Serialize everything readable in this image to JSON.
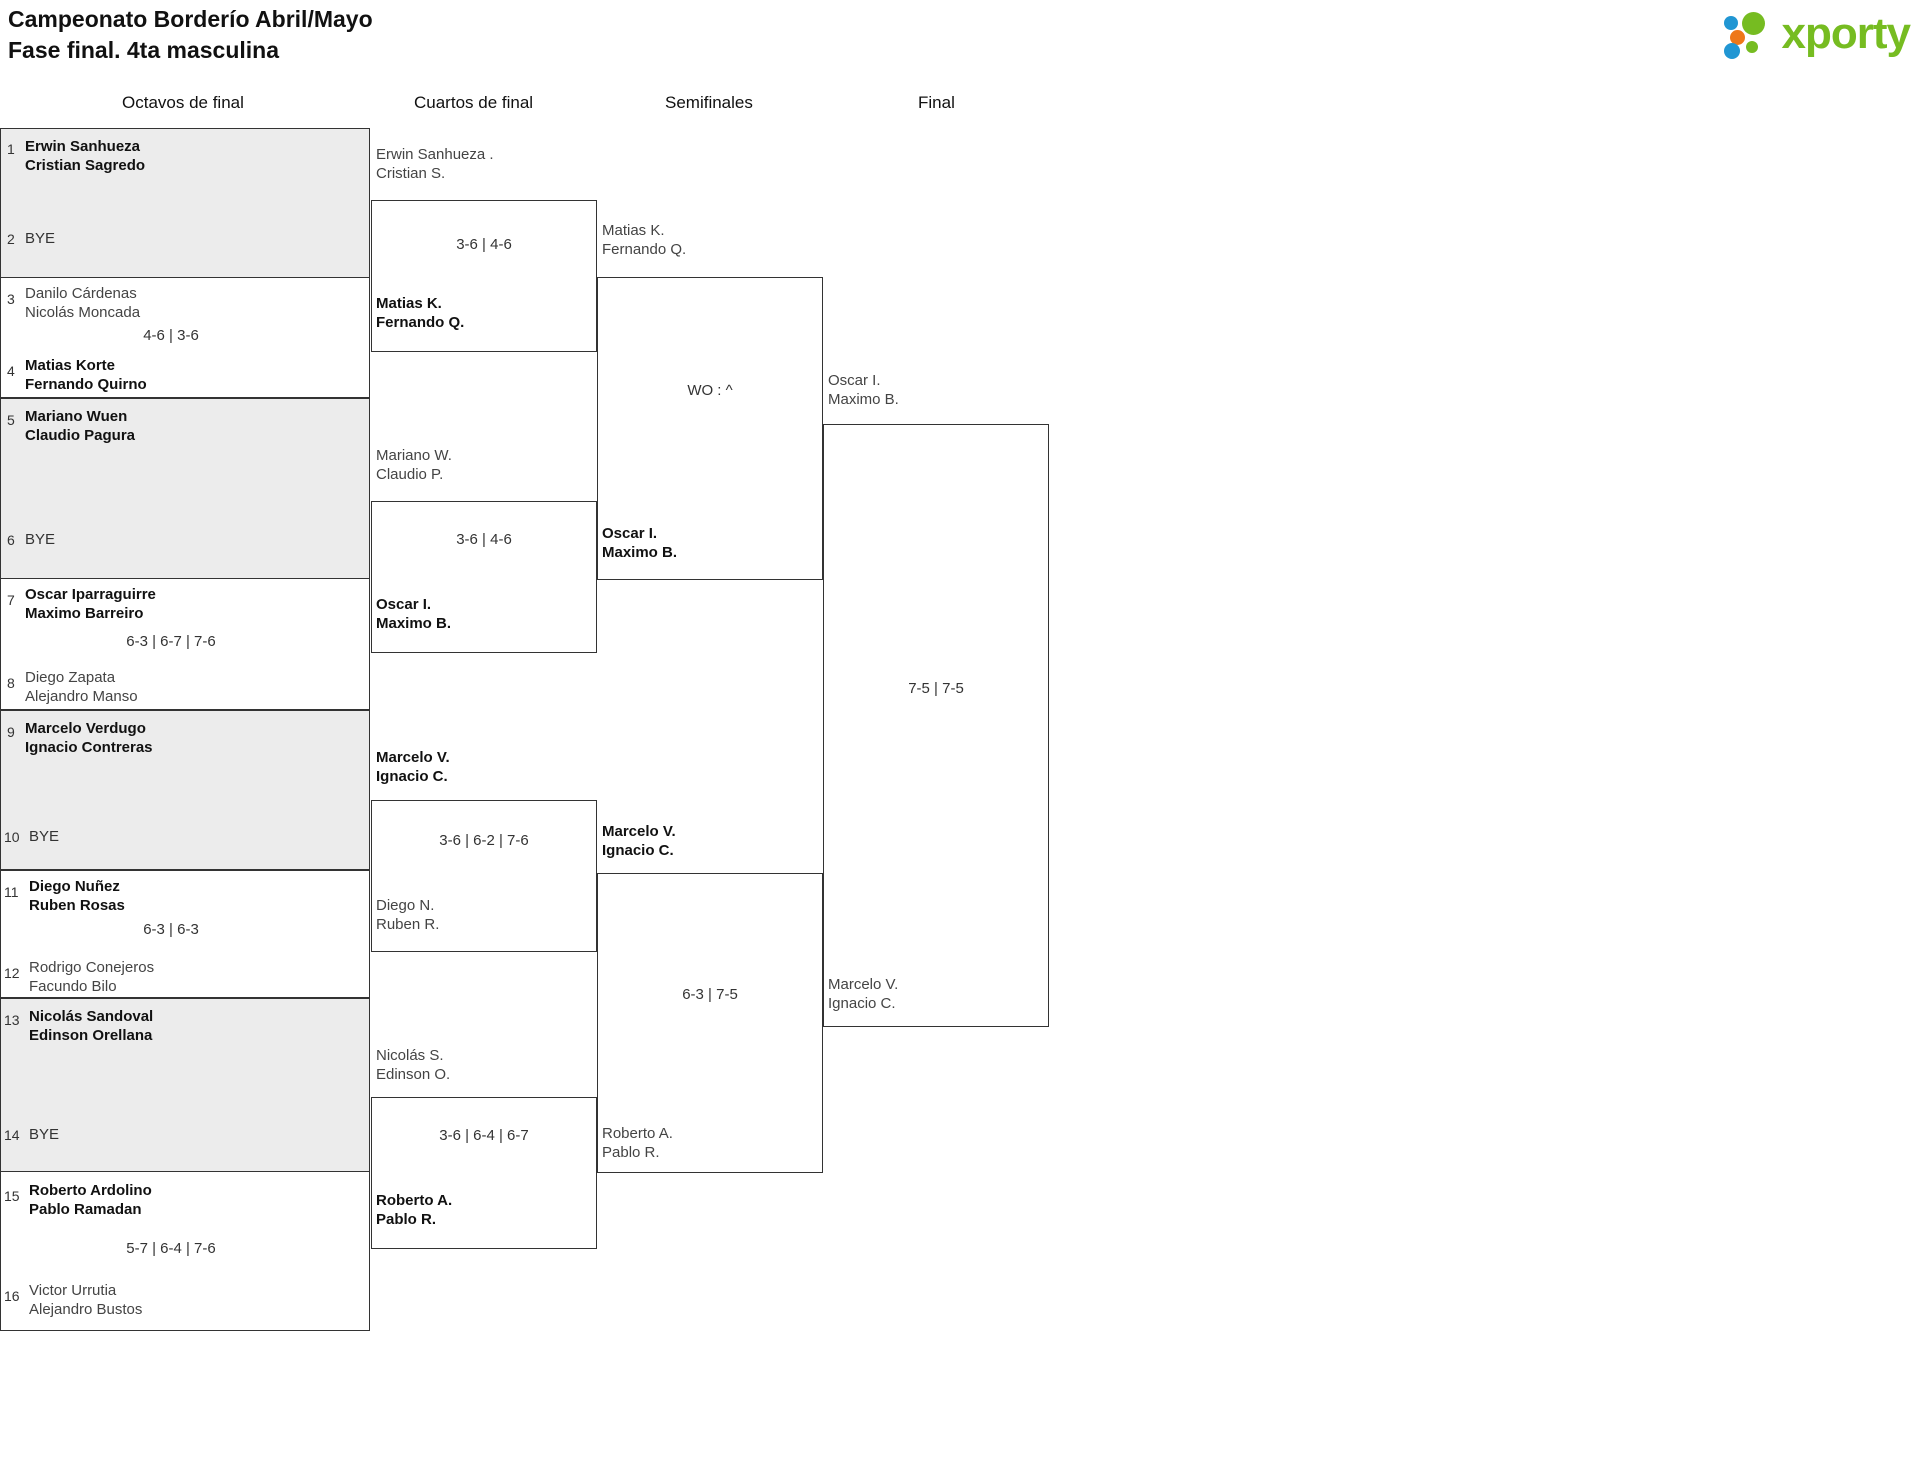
{
  "header": {
    "title_line1": "Campeonato Borderío Abril/Mayo",
    "title_line2": "Fase final. 4ta masculina",
    "logo_text": "xporty",
    "logo_colors": {
      "blue": "#2196d3",
      "orange": "#ee7718",
      "green": "#76bc21"
    }
  },
  "rounds": [
    {
      "name": "round-of-16",
      "label": "Octavos de final"
    },
    {
      "name": "quarterfinals",
      "label": "Cuartos de final"
    },
    {
      "name": "semifinals",
      "label": "Semifinales"
    },
    {
      "name": "final",
      "label": "Final"
    }
  ],
  "round1": {
    "slots": [
      {
        "seed": "1",
        "p1": "Erwin Sanhueza",
        "p2": "Cristian Sagredo",
        "winner": true,
        "bye": false
      },
      {
        "seed": "2",
        "p1": "BYE",
        "p2": "",
        "winner": false,
        "bye": true
      },
      {
        "seed": "3",
        "p1": "Danilo Cárdenas",
        "p2": "Nicolás Moncada",
        "winner": false,
        "bye": false
      },
      {
        "seed": "4",
        "p1": "Matias Korte",
        "p2": "Fernando Quirno",
        "winner": true,
        "bye": false
      },
      {
        "seed": "5",
        "p1": "Mariano Wuen",
        "p2": "Claudio Pagura",
        "winner": true,
        "bye": false
      },
      {
        "seed": "6",
        "p1": "BYE",
        "p2": "",
        "winner": false,
        "bye": true
      },
      {
        "seed": "7",
        "p1": "Oscar Iparraguirre",
        "p2": "Maximo Barreiro",
        "winner": true,
        "bye": false
      },
      {
        "seed": "8",
        "p1": "Diego Zapata",
        "p2": "Alejandro Manso",
        "winner": false,
        "bye": false
      },
      {
        "seed": "9",
        "p1": "Marcelo Verdugo",
        "p2": "Ignacio Contreras",
        "winner": true,
        "bye": false
      },
      {
        "seed": "10",
        "p1": "BYE",
        "p2": "",
        "winner": false,
        "bye": true
      },
      {
        "seed": "11",
        "p1": "Diego Nuñez",
        "p2": "Ruben Rosas",
        "winner": true,
        "bye": false
      },
      {
        "seed": "12",
        "p1": "Rodrigo Conejeros",
        "p2": "Facundo Bilo",
        "winner": false,
        "bye": false
      },
      {
        "seed": "13",
        "p1": "Nicolás Sandoval",
        "p2": "Edinson Orellana",
        "winner": true,
        "bye": false
      },
      {
        "seed": "14",
        "p1": "BYE",
        "p2": "",
        "winner": false,
        "bye": true
      },
      {
        "seed": "15",
        "p1": "Roberto Ardolino",
        "p2": "Pablo Ramadan",
        "winner": true,
        "bye": false
      },
      {
        "seed": "16",
        "p1": "Victor Urrutia",
        "p2": "Alejandro Bustos",
        "winner": false,
        "bye": false
      }
    ],
    "scores": [
      "",
      "4-6 | 3-6",
      "",
      "6-3 | 6-7 | 7-6",
      "",
      "6-3 | 6-3",
      "",
      "5-7 | 6-4 | 7-6"
    ]
  },
  "round2": {
    "matches": [
      {
        "top_p1": "Erwin Sanhueza .",
        "top_p2": "Cristian S.",
        "top_win": false,
        "bot_p1": "Matias K.",
        "bot_p2": "Fernando Q.",
        "bot_win": true,
        "score": "3-6 | 4-6"
      },
      {
        "top_p1": "Mariano W.",
        "top_p2": "Claudio P.",
        "top_win": false,
        "bot_p1": "Oscar I.",
        "bot_p2": "Maximo B.",
        "bot_win": true,
        "score": "3-6 | 4-6"
      },
      {
        "top_p1": "Marcelo V.",
        "top_p2": "Ignacio C.",
        "top_win": true,
        "bot_p1": "Diego N.",
        "bot_p2": "Ruben R.",
        "bot_win": false,
        "score": "3-6 | 6-2 | 7-6"
      },
      {
        "top_p1": "Nicolás S.",
        "top_p2": "Edinson O.",
        "top_win": false,
        "bot_p1": "Roberto A.",
        "bot_p2": "Pablo R.",
        "bot_win": true,
        "score": "3-6 | 6-4 | 6-7"
      }
    ]
  },
  "round3": {
    "matches": [
      {
        "top_p1": "Matias K.",
        "top_p2": "Fernando Q.",
        "top_win": false,
        "bot_p1": "Oscar I.",
        "bot_p2": "Maximo B.",
        "bot_win": true,
        "score": "WO : ^"
      },
      {
        "top_p1": "Marcelo V.",
        "top_p2": "Ignacio C.",
        "top_win": true,
        "bot_p1": "Roberto A.",
        "bot_p2": "Pablo R.",
        "bot_win": false,
        "score": "6-3 | 7-5"
      }
    ]
  },
  "round4": {
    "matches": [
      {
        "top_p1": "Oscar I.",
        "top_p2": "Maximo B.",
        "top_win": false,
        "bot_p1": "Marcelo V.",
        "bot_p2": "Ignacio C.",
        "bot_win": false,
        "score": "7-5 | 7-5"
      }
    ]
  }
}
